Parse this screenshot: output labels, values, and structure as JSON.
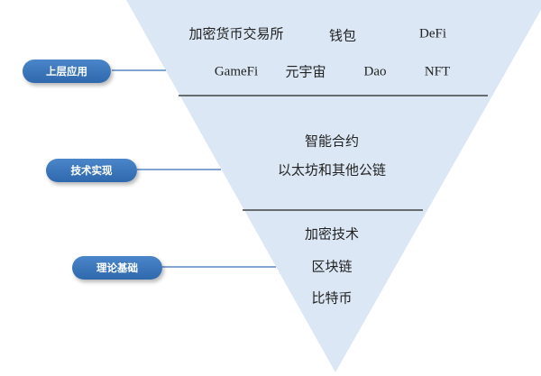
{
  "diagram": {
    "colors": {
      "triangle_fill": "#dbe7f4",
      "connector": "#5b87c4",
      "divider": "#222222",
      "badge": "#3a75ba"
    },
    "layers": [
      {
        "label": "上层应用",
        "items": [
          "加密货币交易所",
          "钱包",
          "DeFi",
          "GameFi",
          "元宇宙",
          "Dao",
          "NFT"
        ]
      },
      {
        "label": "技术实现",
        "items": [
          "智能合约",
          "以太坊和其他公链"
        ]
      },
      {
        "label": "理论基础",
        "items": [
          "加密技术",
          "区块链",
          "比特币"
        ]
      }
    ]
  }
}
